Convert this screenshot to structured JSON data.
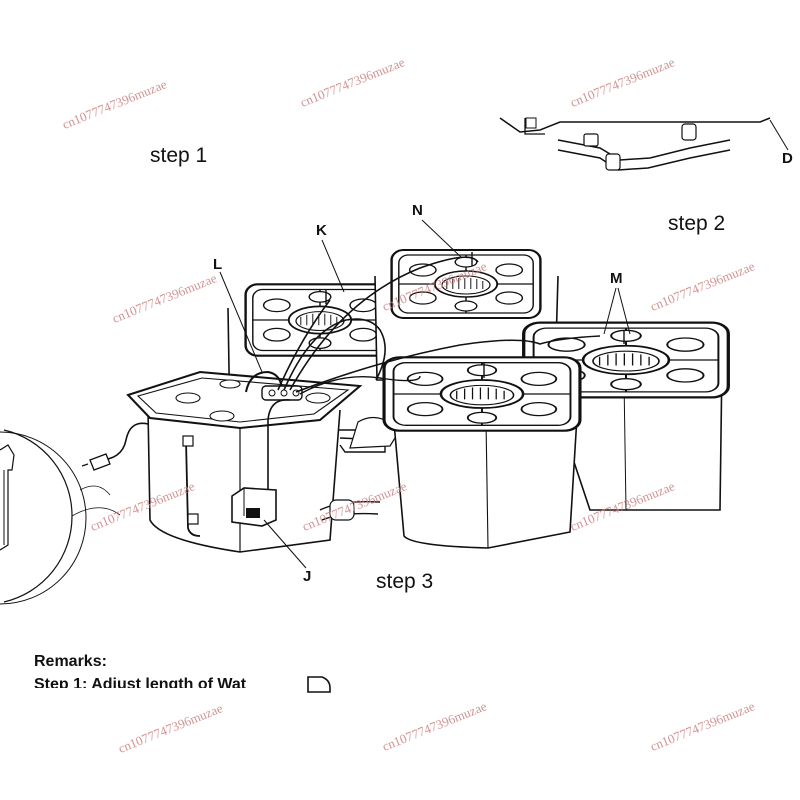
{
  "steps": {
    "step1": "step 1",
    "step2": "step 2",
    "step3": "step 3"
  },
  "callouts": {
    "d": "D",
    "k": "K",
    "l": "L",
    "n": "N",
    "m": "M",
    "j": "J"
  },
  "remarks": {
    "heading": "Remarks:",
    "partial_line": "Step 1: Adjust length of Wat"
  },
  "watermark": "cn1077747396muzae",
  "colors": {
    "line": "#111111",
    "watermark": "#c98080"
  }
}
